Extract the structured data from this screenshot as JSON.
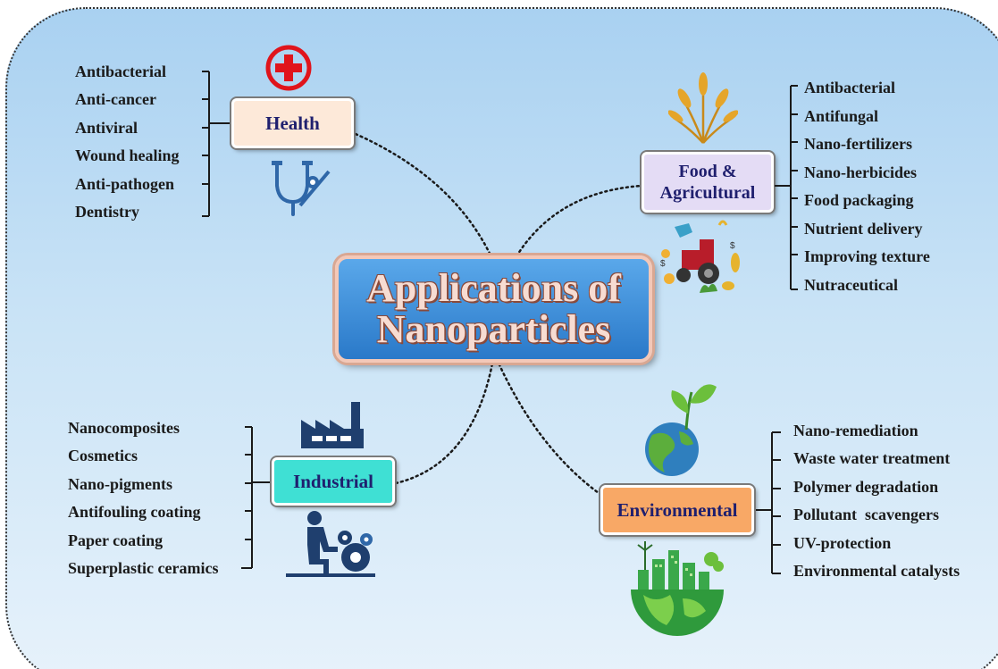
{
  "title": "Applications of Nanoparticles",
  "categories": {
    "health": {
      "label": "Health",
      "items": [
        "Antibacterial",
        "Anti-cancer",
        "Antiviral",
        "Wound healing",
        "Anti-pathogen",
        "Dentistry"
      ],
      "color": "#fde9d9",
      "text_color": "#1f1f6e"
    },
    "food": {
      "label": "Food & Agricultural",
      "items": [
        "Antibacterial",
        "Antifungal",
        "Nano-fertilizers",
        "Nano-herbicides",
        "Food packaging",
        "Nutrient delivery",
        "Improving texture",
        "Nutraceutical"
      ],
      "color": "#e4dcf5",
      "text_color": "#1f1f6e"
    },
    "industrial": {
      "label": "Industrial",
      "items": [
        "Nanocomposites",
        "Cosmetics",
        "Nano-pigments",
        "Antifouling coating",
        "Paper coating",
        "Superplastic ceramics"
      ],
      "color": "#3fe0d4",
      "text_color": "#1f1f6e"
    },
    "environmental": {
      "label": "Environmental",
      "items": [
        "Nano-remediation",
        "Waste water treatment",
        "Polymer degradation",
        "Pollutant  scavengers",
        "UV-protection",
        "Environmental catalysts"
      ],
      "color": "#f8a866",
      "text_color": "#1f1f6e"
    }
  },
  "icons": {
    "health": [
      "red-cross-icon",
      "stethoscope-icon"
    ],
    "food": [
      "wheat-icon",
      "farming-icon"
    ],
    "industrial": [
      "factory-icon",
      "worker-machinery-icon"
    ],
    "environmental": [
      "earth-sprout-icon",
      "green-city-globe-icon"
    ]
  }
}
